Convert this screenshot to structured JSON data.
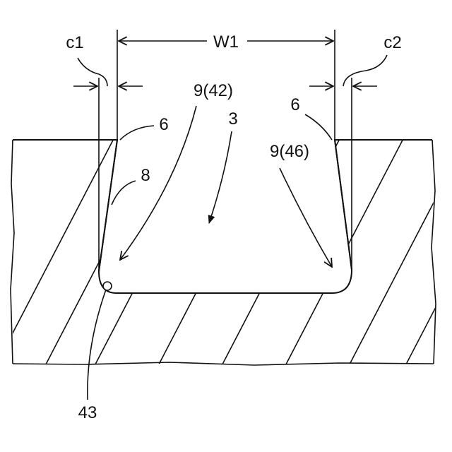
{
  "labels": {
    "c1": "c1",
    "w1": "W1",
    "c2": "c2",
    "ref_9_42": "9(42)",
    "ref_3": "3",
    "ref_6_left": "6",
    "ref_6_right": "6",
    "ref_9_46": "9(46)",
    "ref_8": "8",
    "ref_43": "43"
  },
  "colors": {
    "line": "#111111",
    "background": "#ffffff"
  }
}
